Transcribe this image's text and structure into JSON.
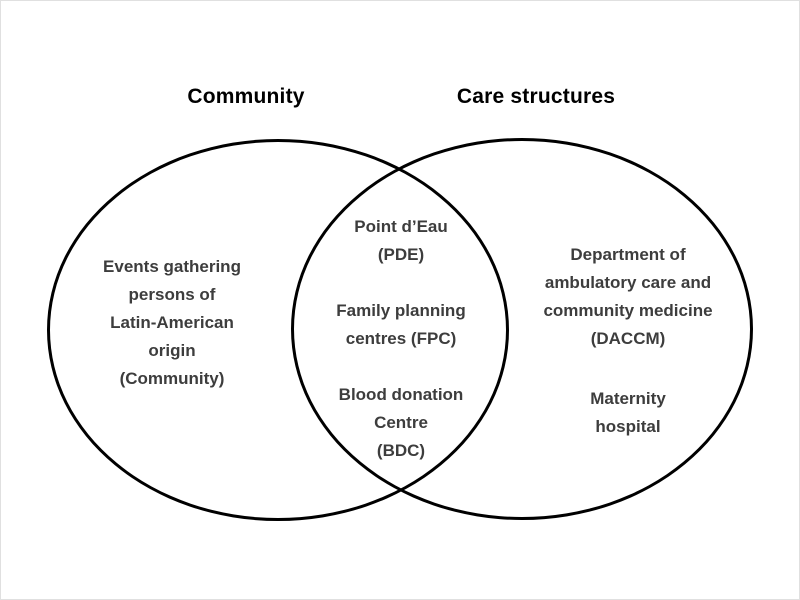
{
  "titles": {
    "left": "Community",
    "right": "Care structures"
  },
  "venn": {
    "left_circle": {
      "text": "Events gathering\npersons of\nLatin-American\norigin\n(Community)"
    },
    "overlap": {
      "items": [
        {
          "text": "Point d’Eau\n(PDE)"
        },
        {
          "text": "Family planning\ncentres (FPC)"
        },
        {
          "text": "Blood donation\nCentre\n(BDC)"
        }
      ]
    },
    "right_circle": {
      "items": [
        {
          "text": "Department of\nambulatory care and\ncommunity medicine\n(DACCM)"
        },
        {
          "text": "Maternity\nhospital"
        }
      ]
    }
  },
  "colors": {
    "stroke": "#000000",
    "title_text": "#000000",
    "body_text": "#3d3d3d",
    "background": "#ffffff"
  }
}
